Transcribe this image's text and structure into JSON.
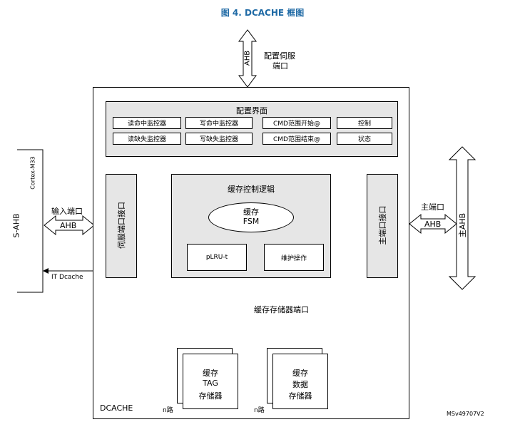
{
  "title": "图 4. DCACHE 框图",
  "ports": {
    "config_port_bus": "AHB",
    "config_port_label_1": "配置伺服",
    "config_port_label_2": "端口",
    "input_port_label": "输入端口",
    "input_port_bus": "AHB",
    "s_ahb": "S-AHB",
    "cortex": "Cortex-M33",
    "it_dcache": "IT Dcache",
    "main_port_label": "主端口",
    "main_port_bus": "AHB",
    "main_ahb": "主AHB",
    "cache_mem_port": "缓存存储器端口"
  },
  "config_interface": {
    "title": "配置界面",
    "cells": [
      "读命中监控器",
      "写命中监控器",
      "CMD范围开始@",
      "控制",
      "读缺失监控器",
      "写缺失监控器",
      "CMD范围结束@",
      "状态"
    ]
  },
  "blocks": {
    "slave_port_interface": "伺服端口接口",
    "master_port_interface": "主端口接口",
    "cache_control_logic": "缓存控制逻辑",
    "fsm_line1": "缓存",
    "fsm_line2": "FSM",
    "plru": "pLRU-t",
    "maintenance": "维护操作",
    "tag_line1": "缓存",
    "tag_line2": "TAG",
    "tag_line3": "存储器",
    "data_line1": "缓存",
    "data_line2": "数据",
    "data_line3": "存储器",
    "n_way_1": "n路",
    "n_way_2": "n路",
    "dcache": "DCACHE"
  },
  "figure_code": "MSv49707V2"
}
